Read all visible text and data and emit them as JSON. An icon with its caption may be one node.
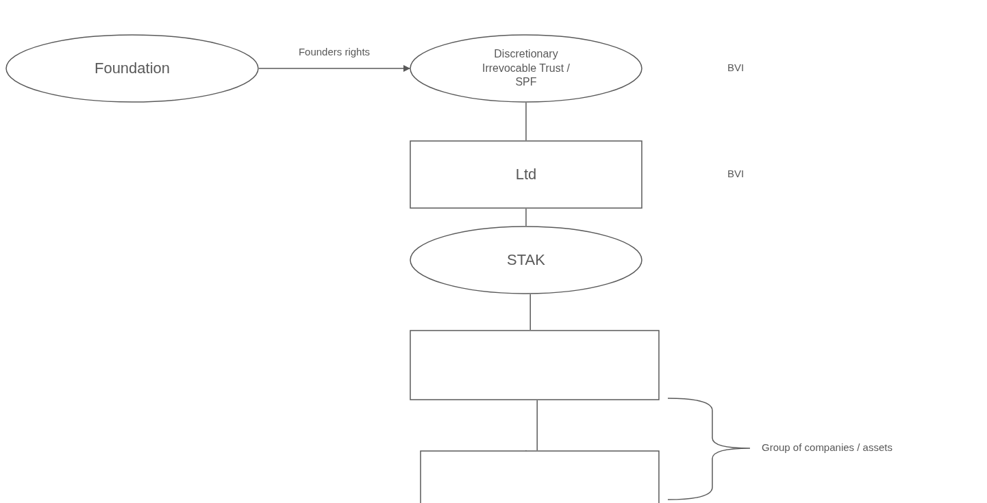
{
  "diagram": {
    "nodes": [
      {
        "text": [
          "Foundation"
        ]
      },
      {
        "text": [
          "Discretionary Irrevocable Trust / SPF"
        ]
      },
      {
        "text": [
          "Ltd"
        ]
      },
      {
        "text": [
          "STAK"
        ]
      },
      {
        "text": [],
        "shape": "box"
      },
      {
        "text": [],
        "shape": "box"
      }
    ],
    "edges": [
      {
        "from": 0,
        "to": 1,
        "arrow": "to",
        "label": "Founders rights"
      },
      {
        "from": 1,
        "to": 2,
        "arrow": "none"
      },
      {
        "from": 2,
        "to": 3,
        "arrow": "none"
      },
      {
        "from": 3,
        "to": 4,
        "arrow": "none"
      },
      {
        "from": 4,
        "to": 5,
        "arrow": "none"
      }
    ],
    "labels": [
      "BVI",
      "BVI",
      "Group of companies / assets"
    ]
  }
}
